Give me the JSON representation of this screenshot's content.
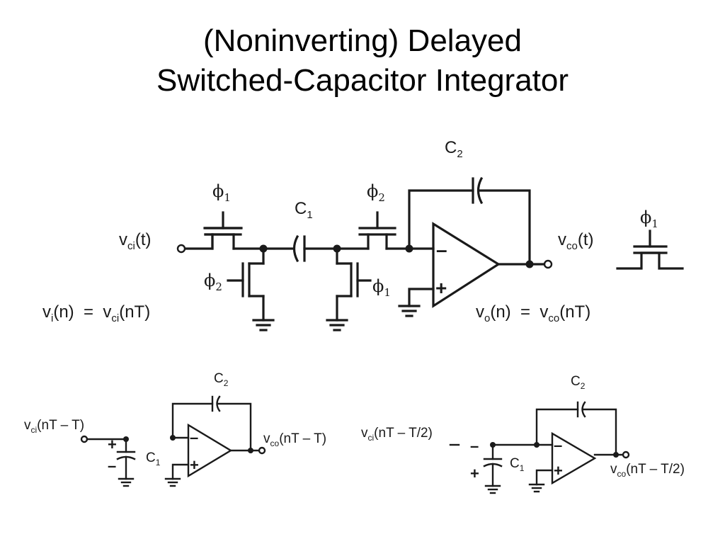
{
  "slide": {
    "title_line1": "(Noninverting) Delayed",
    "title_line2": "Switched-Capacitor Integrator"
  },
  "main_circuit": {
    "switch_phase_1_phi": "ϕ",
    "switch_phase_1_sub": "1",
    "switch_phase_2_phi": "ϕ",
    "switch_phase_2_sub": "2",
    "shunt_left_phi": "ϕ",
    "shunt_left_sub": "2",
    "shunt_right_phi": "ϕ",
    "shunt_right_sub": "1",
    "c1_main": "C",
    "c1_sub": "1",
    "c2_main": "C",
    "c2_sub": "2",
    "input_main": "v",
    "input_sub": "ci",
    "input_rest": "(t)",
    "output_main": "v",
    "output_sub": "co",
    "output_rest": "(t)",
    "opamp_minus": "–",
    "opamp_plus": "+",
    "eq_input": {
      "v": "v",
      "sub1": "i",
      "mid": "(n)  =  v",
      "sub2": "ci",
      "end": "(nT)"
    },
    "eq_output": {
      "v": "v",
      "sub1": "o",
      "mid": "(n)  =  v",
      "sub2": "co",
      "end": "(nT)"
    }
  },
  "legend_switch": {
    "phi": "ϕ",
    "sub": "1"
  },
  "circuit_a": {
    "input_main": "v",
    "input_sub": "ci",
    "input_rest": "(nT – T)",
    "output_main": "v",
    "output_sub": "co",
    "output_rest": "(nT – T)",
    "c1_main": "C",
    "c1_sub": "1",
    "c2_main": "C",
    "c2_sub": "2",
    "cap_plus": "+",
    "cap_minus": "–",
    "opamp_minus": "–",
    "opamp_plus": "+"
  },
  "circuit_b": {
    "input_main": "v",
    "input_sub": "ci",
    "input_rest": "(nT – T/2)",
    "output_main": "v",
    "output_sub": "co",
    "output_rest": "(nT – T/2)",
    "c1_main": "C",
    "c1_sub": "1",
    "c2_main": "C",
    "c2_sub": "2",
    "cap_plus": "+",
    "cap_minus": "–",
    "opamp_minus": "–",
    "opamp_plus": "+"
  }
}
